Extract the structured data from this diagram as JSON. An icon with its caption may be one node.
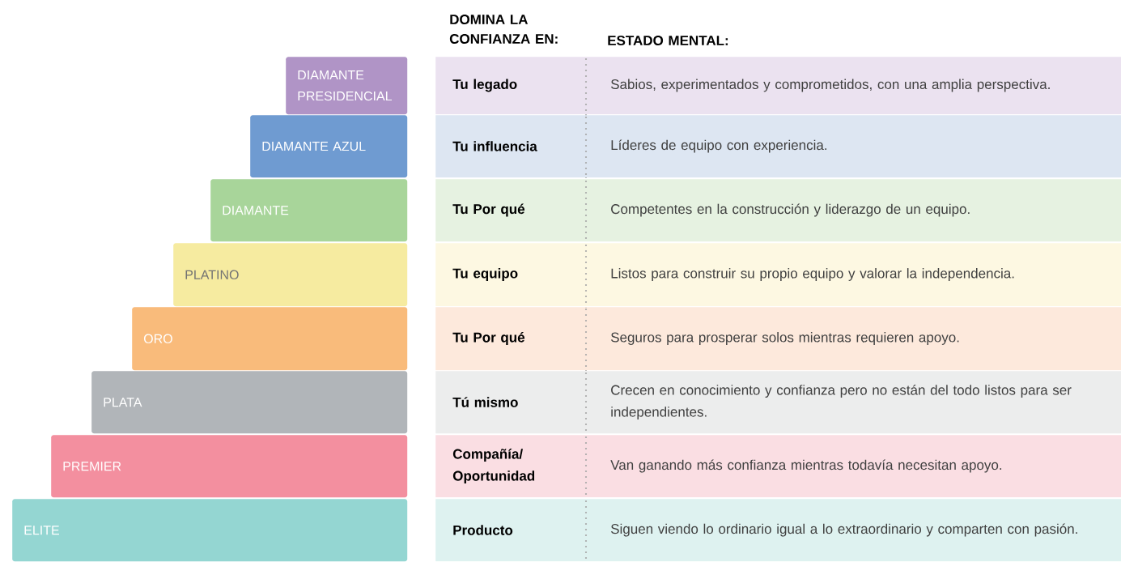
{
  "diagram": {
    "nodes": [
      {
        "text": [
          "DIAMANTE PRESIDENCIAL"
        ]
      },
      {
        "text": [
          "DIAMANTE AZUL"
        ]
      },
      {
        "text": [
          "DIAMANTE"
        ]
      },
      {
        "text": [
          "PLATINO"
        ]
      },
      {
        "text": [
          "ORO"
        ]
      },
      {
        "text": [
          "PLATA"
        ]
      },
      {
        "text": [
          "PREMIER"
        ]
      },
      {
        "text": [
          "ELITE"
        ]
      },
      {
        "text": [
          "Tu legado",
          "Sabios, experimentados y comprometidos, con una amplia perspectiva."
        ]
      },
      {
        "text": [
          "Tu influencia",
          "Líderes de equipo con experiencia."
        ]
      },
      {
        "text": [
          "Tu Por qué",
          "Competentes en la construcción y liderazgo de un equipo."
        ]
      },
      {
        "text": [
          "Tu equipo",
          "Listos para construir su propio equipo y valorar la independencia."
        ]
      },
      {
        "text": [
          "Tu Por qué",
          "Seguros para prosperar solos mientras requieren apoyo."
        ]
      },
      {
        "text": [
          "Tú mismo",
          "Crecen en conocimiento y confianza pero no están del todo listos para ser independientes."
        ]
      },
      {
        "text": [
          "Compañía/ Oportunidad",
          "Van ganando más confianza mientras todavía necesitan apoyo."
        ]
      },
      {
        "text": [
          "Producto",
          "Siguen viendo lo ordinario igual a lo extraordinario y comparten con pasión."
        ]
      }
    ],
    "labels": [
      "DOMINA LA CONFIANZA EN:",
      "ESTADO MENTAL:"
    ]
  }
}
